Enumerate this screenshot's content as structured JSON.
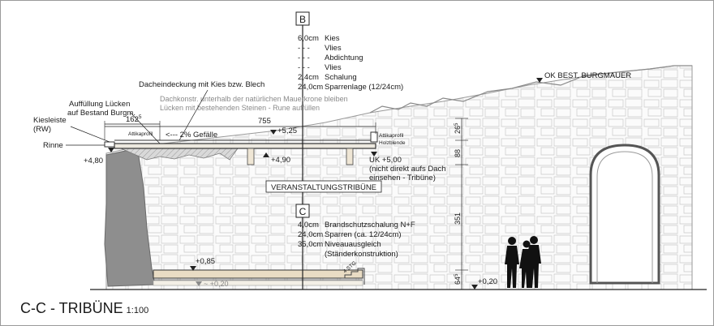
{
  "title": {
    "main": "C-C - TRIBÜNE",
    "scale": "1:100"
  },
  "section_markers": {
    "top": "B",
    "bottom": "C"
  },
  "layers_b": [
    {
      "thk": "6,0cm",
      "name": "Kies"
    },
    {
      "thk": "- - -",
      "name": "Vlies"
    },
    {
      "thk": "- - -",
      "name": "Abdichtung"
    },
    {
      "thk": "- - -",
      "name": "Vlies"
    },
    {
      "thk": "2,4cm",
      "name": "Schalung"
    },
    {
      "thk": "24,0cm",
      "name": "Sparrenlage (12/24cm)"
    }
  ],
  "layers_c": [
    {
      "thk": "4,0cm",
      "name": "Brandschutzschalung N+F"
    },
    {
      "thk": "24,0cm",
      "name": "Sparren (ca. 12/24cm)"
    },
    {
      "thk": "35,0cm",
      "name": "Niveauausgleich"
    },
    {
      "thk": "",
      "name": "(Ständerkonstruktion)"
    }
  ],
  "labels": {
    "roof_cover": "Dacheindeckung mit Kies bzw. Blech",
    "note_line1": "Dachkonstr. unterhalb der natürlichen Mauerkrone bleiben",
    "note_line2": "Lücken mit bestehenden Steinen - Rune auffüllen",
    "fill_gaps_1": "Auffüllung Lücken",
    "fill_gaps_2": "auf Bestand Burgm.",
    "kiesleiste": "Kiesleiste",
    "rw": "(RW)",
    "rinne": "Rinne",
    "attika_left": "Attikaprofil",
    "attika_right_1": "Attikaprofil",
    "attika_right_2": "Holzblende",
    "slope": "<--- 2% Gefälle",
    "uk_1": "UK +5,00",
    "uk_2": "(nicht direkt aufs Dach",
    "uk_3": "einsehen - Tribüne)",
    "tribune": "VERANSTALTUNGSTRIBÜNE",
    "ok_wall": "OK BEST. BURGMAUER",
    "stairs": "4 STG."
  },
  "dims": {
    "width": "755",
    "left": "162",
    "left_sup": "5",
    "h1": "26",
    "h1_sup": "5",
    "h2": "88",
    "h3": "351",
    "h4": "64",
    "h4_sup": "5"
  },
  "levels": {
    "l525": "+5,25",
    "l490": "+4,90",
    "l480": "+4,80",
    "l085": "+0,85",
    "l020_inner": "~ +0,20",
    "l020": "+0,20"
  }
}
